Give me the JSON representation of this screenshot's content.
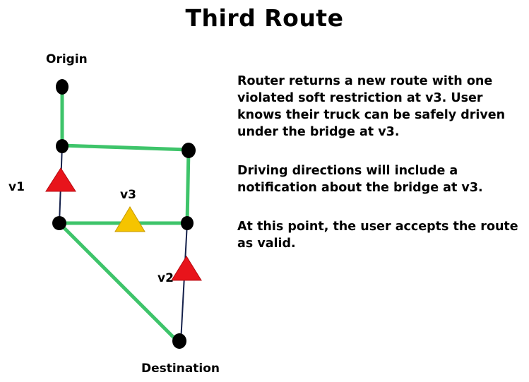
{
  "slide": {
    "title": "Third Route"
  },
  "diagram": {
    "origin_label": "Origin",
    "destination_label": "Destination",
    "restrictions": [
      {
        "label": "v1",
        "kind": "hard",
        "color": "#e8141b"
      },
      {
        "label": "v2",
        "kind": "hard",
        "color": "#e8141b"
      },
      {
        "label": "v3",
        "kind": "soft",
        "color": "#f5c400"
      }
    ],
    "route_color": "#3ec46a",
    "edge_color": "#14204a",
    "node_color": "#000000"
  },
  "notes": {
    "paragraphs": [
      "Router returns a new route with one violated soft restriction at v3. User knows their truck can be safely driven under the bridge at v3.",
      "Driving directions will include a notification about the bridge at v3.",
      "At this point, the user accepts the route as valid."
    ]
  }
}
